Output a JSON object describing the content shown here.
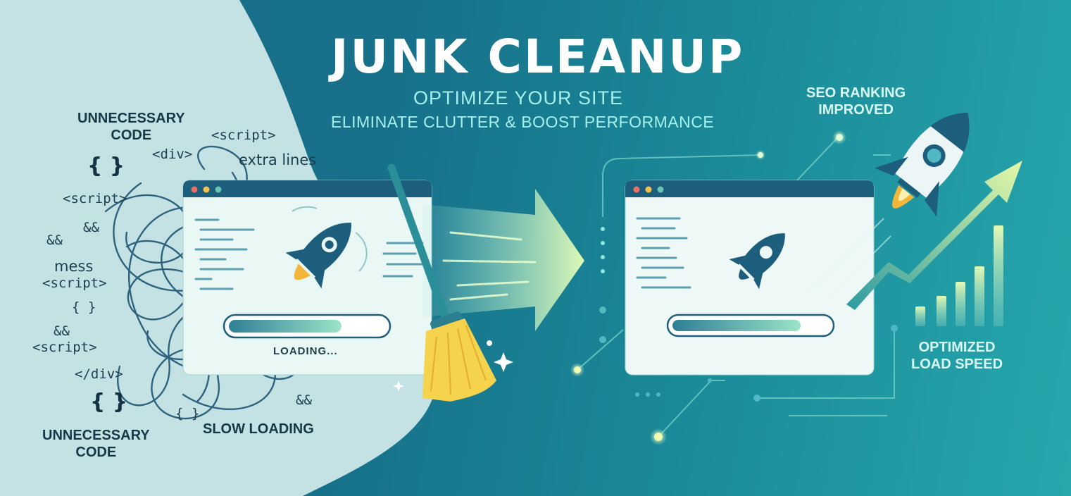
{
  "header": {
    "title": "JUNK CLEANUP",
    "subtitle": "OPTIMIZE YOUR SITE",
    "tagline": "ELIMINATE CLUTTER & BOOST PERFORMANCE"
  },
  "left_panel": {
    "label_top_line1": "UNNECESSARY",
    "label_top_line2": "CODE",
    "label_bottom_line1": "UNNECESSARY",
    "label_bottom_line2": "CODE",
    "slow_loading": "SLOW LOADING",
    "fragments": {
      "script_top": "<script>",
      "div_top": "<div>",
      "extra_lines": "extra lines",
      "brace_1": "{ }",
      "script_2": "<script>",
      "amp_1": "&&",
      "amp_2": "&&",
      "mess": "mess",
      "script_3": "<script>",
      "brace_2": "{ }",
      "amp_3": "&&",
      "script_4": "<script>",
      "div_close": "</div>",
      "brace_3": "{ }",
      "brace_4": "{ }",
      "amp_4": "&&"
    }
  },
  "before_window": {
    "loading_text": "LOADING...",
    "progress": 0.72
  },
  "after_window": {
    "progress": 0.82
  },
  "right_panel": {
    "seo_line1": "SEO RANKING",
    "seo_line2": "IMPROVED",
    "speed_line1": "OPTIMIZED",
    "speed_line2": "LOAD SPEED"
  },
  "icons": {
    "rocket_before": "rocket-icon",
    "rocket_after": "rocket-icon",
    "rocket_big": "rocket-icon",
    "broom": "broom-icon",
    "arrow": "arrow-right-icon",
    "growth": "growth-arrow-icon",
    "bars": "bar-chart-icon"
  },
  "colors": {
    "teal_dark": "#17708a",
    "teal_light": "#27a7ad",
    "mint": "#a6f0ec",
    "panel_left": "#c4e2e4",
    "window_bar": "#1d5e7c",
    "flame": "#f4b63a",
    "broom": "#f6d34c"
  }
}
